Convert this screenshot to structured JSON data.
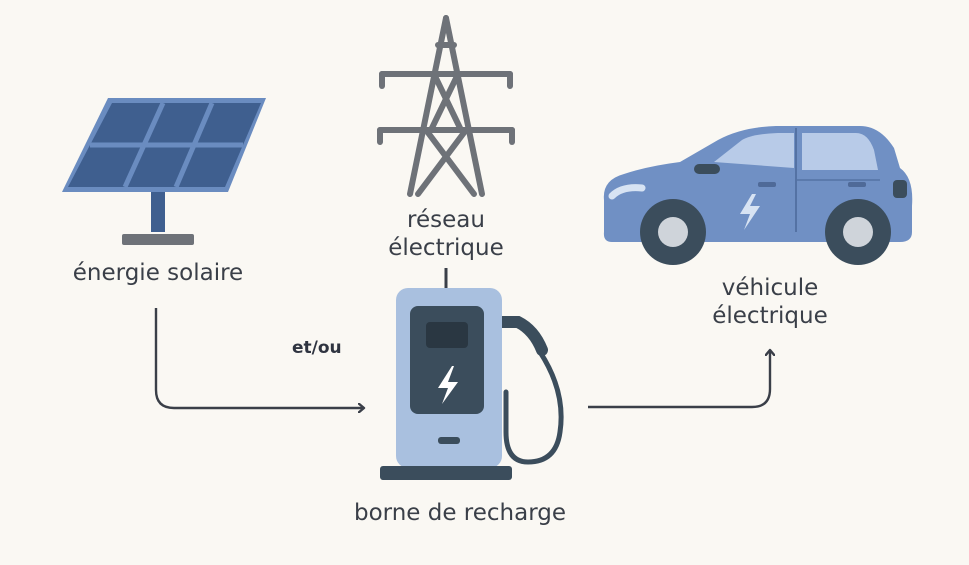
{
  "nodes": {
    "solar": {
      "label": "énergie solaire",
      "icon": "solar-panel-icon"
    },
    "grid": {
      "line1": "réseau",
      "line2": "électrique",
      "icon": "power-pylon-icon"
    },
    "charger": {
      "label": "borne de recharge",
      "icon": "charging-station-icon"
    },
    "vehicle": {
      "line1": "véhicule",
      "line2": "électrique",
      "icon": "electric-car-icon"
    }
  },
  "connector": {
    "label": "et/ou"
  },
  "colors": {
    "background": "#faf8f3",
    "panel": "#3f5f8f",
    "panel_frame": "#6a8cc0",
    "pylon": "#6e7278",
    "charger_body": "#a9c0df",
    "charger_dark": "#3b4d5c",
    "car_body": "#7090c4",
    "arrow": "#3a3f48"
  }
}
